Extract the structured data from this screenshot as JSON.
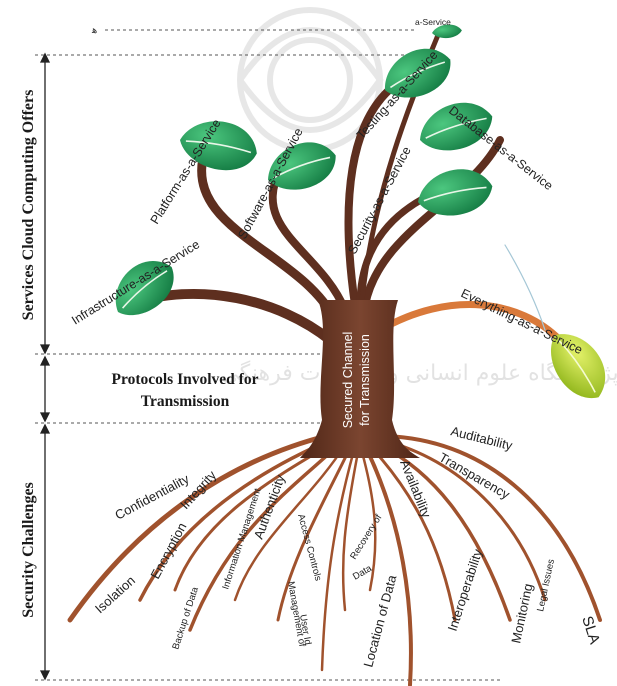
{
  "sections": {
    "top_marker": "ﻫ",
    "services": "Services Cloud Computing Offers",
    "protocols": "Protocols Involved for Transmission",
    "protocols_line1": "Protocols Involved for",
    "protocols_line2": "Transmission",
    "security": "Security Challenges"
  },
  "trunk": {
    "line1": "Secured Channel",
    "line2": "for Transmission"
  },
  "services_offered": [
    "Infrastructure-as-a-Service",
    "Platform-as-a-Service",
    "Software-as-a-Service",
    "Testing-as-a-Service",
    "Database-as-a-Service",
    "Security-as-a-Service",
    "Everything-as-a-Service",
    "a-Service"
  ],
  "security_challenges": [
    "Isolation",
    "Confidentiality",
    "Encryption",
    "Integrity",
    "Backup of Data",
    "Information Management",
    "Authenticity",
    "Management of",
    "User Id",
    "Access Controls",
    "Data",
    "Recovery of",
    "Location of Data",
    "Availability",
    "Transparency",
    "Auditability",
    "Interoperability",
    "Monitoring",
    "Legal Issues",
    "SLA"
  ],
  "watermark": "پژوهشگاه علوم انسانی و مطالعات فرهنگی",
  "colors": {
    "trunk": "#6b3a26",
    "root": "#a0522d",
    "leaf_dark": "#1f9a58",
    "leaf_light": "#b9d631",
    "orange_branch": "#d9793a"
  }
}
